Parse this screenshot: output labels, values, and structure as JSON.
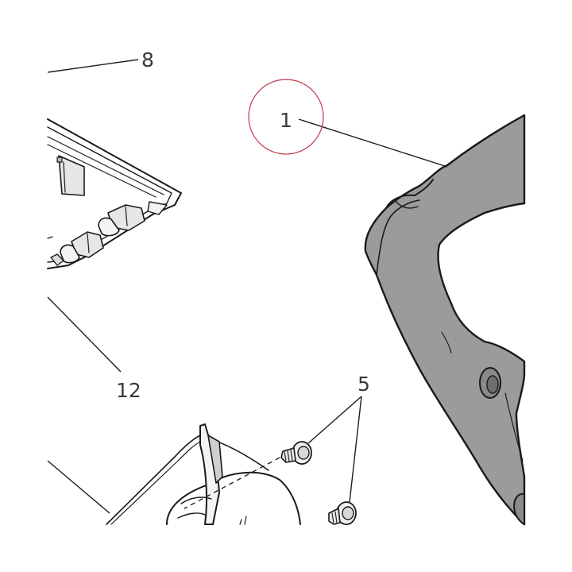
{
  "diagram": {
    "callouts": {
      "part_1": "1",
      "part_5": "5",
      "part_8": "8",
      "part_12": "12"
    },
    "highlight_color": "#c0394a",
    "part_fill_color": "#9b9b9b"
  }
}
